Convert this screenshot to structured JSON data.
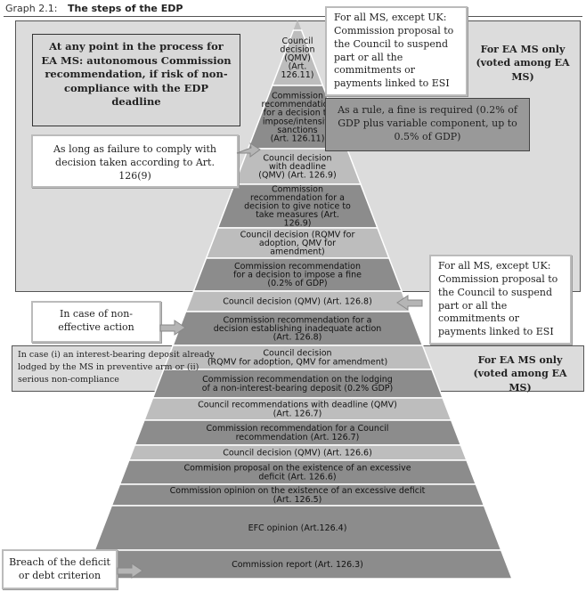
{
  "header": {
    "label": "Graph 2.1:",
    "title": "The steps of the EDP"
  },
  "pyramid": {
    "levels": [
      {
        "parts": [
          {
            "t": "Council"
          },
          {
            "t": "decision"
          },
          {
            "t": "(QMV)"
          },
          {
            "t": "(Art."
          },
          {
            "t": "126.11)"
          }
        ],
        "fill": "#bdbdbd",
        "top_italic_lines": [
          3,
          4
        ]
      },
      {
        "parts": [
          {
            "t": "Commission"
          },
          {
            "t": "recommendation"
          },
          {
            "t": "for a decision to"
          },
          {
            "t": "impose/intensify"
          },
          {
            "t": "sanctions"
          },
          {
            "t": "(Art. 126.11)"
          }
        ],
        "fill": "#8c8c8c"
      },
      {
        "parts": [
          {
            "t": "Council decision"
          },
          {
            "t": "with deadline"
          },
          {
            "t": "(QMV) (Art. 126.9)"
          }
        ],
        "fill": "#bdbdbd"
      },
      {
        "parts": [
          {
            "t": "Commission"
          },
          {
            "t": "recommendation for a"
          },
          {
            "t": "decision to give notice to"
          },
          {
            "t": "take measures (Art."
          },
          {
            "t": "126.9)"
          }
        ],
        "fill": "#8c8c8c"
      },
      {
        "parts": [
          {
            "t": "Council decision (RQMV for"
          },
          {
            "t": "adoption, QMV for"
          },
          {
            "t": "amendment)"
          }
        ],
        "fill": "#bdbdbd"
      },
      {
        "parts": [
          {
            "t": "Commission recommendation"
          },
          {
            "t": "for a decision to impose a fine"
          },
          {
            "t": "(0.2% of GDP)"
          }
        ],
        "fill": "#8c8c8c"
      },
      {
        "parts": [
          {
            "t": "Council  decision (QMV) (Art. 126.8)"
          }
        ],
        "fill": "#bdbdbd"
      },
      {
        "parts": [
          {
            "t": "Commission recommendation for a"
          },
          {
            "t": "decision establishing inadequate action"
          },
          {
            "t": "(Art. 126.8)"
          }
        ],
        "fill": "#8c8c8c"
      },
      {
        "parts": [
          {
            "t": "Council decision"
          },
          {
            "t": "(RQMV for adoption, QMV for amendment)"
          }
        ],
        "fill": "#bdbdbd"
      },
      {
        "parts": [
          {
            "t": "Commission recommendation on the lodging"
          },
          {
            "t": "of a non-interest-bearing deposit (0.2% GDP)"
          }
        ],
        "fill": "#8c8c8c"
      },
      {
        "parts": [
          {
            "t": "Council recommendations with deadline (QMV)"
          },
          {
            "t": "(Art. 126.7)"
          }
        ],
        "fill": "#bdbdbd"
      },
      {
        "parts": [
          {
            "t": "Commission recommendation for  a Council"
          },
          {
            "t": "recommendation (Art. 126.7)"
          }
        ],
        "fill": "#8c8c8c"
      },
      {
        "parts": [
          {
            "t": "Council decision (QMV) (Art. 126.6)"
          }
        ],
        "fill": "#bdbdbd"
      },
      {
        "parts": [
          {
            "t": "Commision proposal on the existence of an excessive"
          },
          {
            "t": "deficit (Art. 126.6)"
          }
        ],
        "fill": "#8c8c8c"
      },
      {
        "parts": [
          {
            "t": "Commission opinion on the existence of an excessive deficit"
          },
          {
            "t": "(Art. 126.5)"
          }
        ],
        "fill": "#8c8c8c"
      },
      {
        "parts": [
          {
            "t": "EFC opinion (Art.126.4)"
          }
        ],
        "fill": "#8c8c8c"
      },
      {
        "parts": [
          {
            "t": "Commission report  (Art. 126.3)"
          }
        ],
        "fill": "#8c8c8c"
      }
    ]
  },
  "boxes": {
    "ea_any_point": "At any point in the process for EA MS: autonomous Commission recommendation, if risk of non-compliance with the EDP deadline",
    "all_ms_top": "For all MS, except UK: Commission proposal to the Council to suspend part or all the commitments or payments linked to ESI",
    "fine_rule": "As a rule, a fine is required (0.2% of GDP plus variable component, up to 0.5% of GDP)",
    "failure_comply": "As long as failure to comply with decision taken according to Art. 126(9)",
    "all_ms_mid": "For all MS, except UK: Commission proposal to the Council to suspend part or all the commitments or payments linked to ESI",
    "non_effective": "In case of non-effective action",
    "interest_deposit": "In case (i) an interest-bearing deposit already lodged by the MS in preventive arm or (ii) serious non-compliance",
    "breach": "Breach of the deficit or debt criterion"
  },
  "side_labels": {
    "ea_top": "For EA MS only (voted among EA MS)",
    "ea_mid": "For EA MS only (voted among EA MS)"
  }
}
